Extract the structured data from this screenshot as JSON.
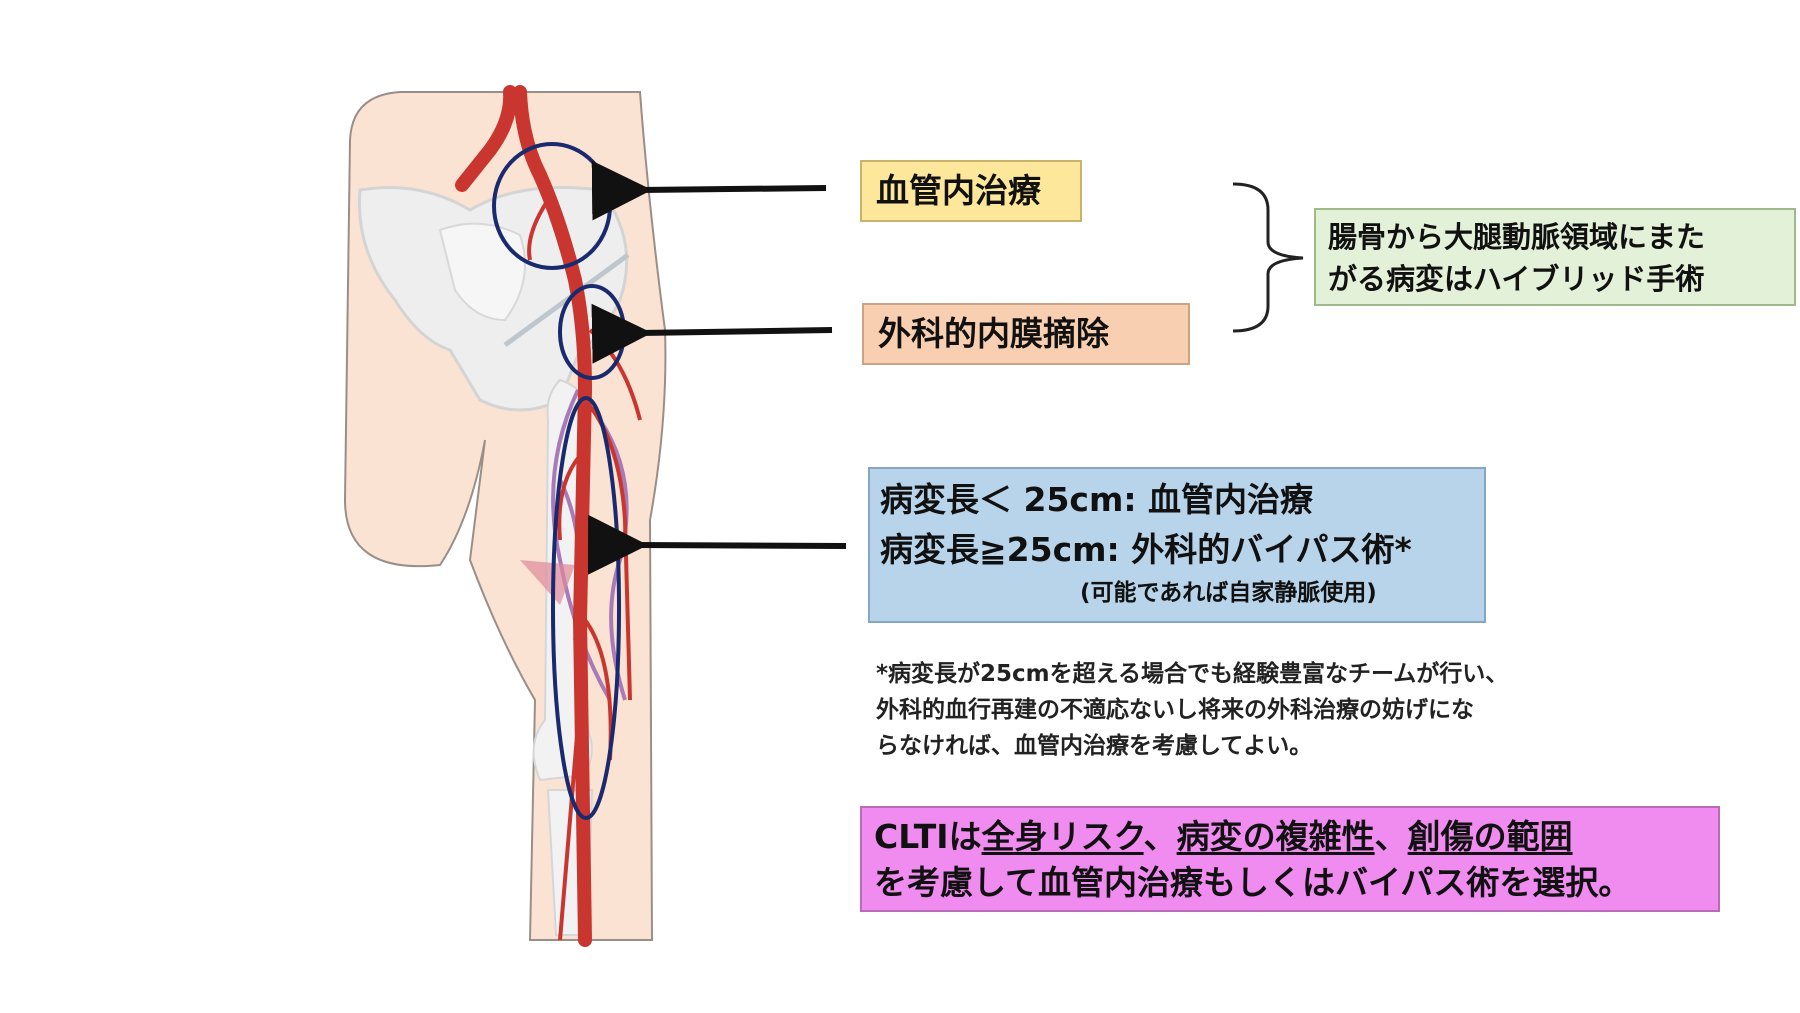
{
  "labels": {
    "endovascular": "血管内治療",
    "endarterectomy": "外科的内膜摘除",
    "hybrid_line1": "腸骨から大腿動脈領域にまた",
    "hybrid_line2": "がる病変はハイブリッド手術",
    "length_line1": "病変長＜ 25cm: 血管内治療",
    "length_line2": "病変長≧25cm: 外科的バイパス術*",
    "length_note": "(可能であれば自家静脈使用)",
    "footnote_line1": "*病変長が25cmを超える場合でも経験豊富なチームが行い、",
    "footnote_line2": "外科的血行再建の不適応ないし将来の外科治療の妨げにな",
    "footnote_line3": "らなければ、血管内治療を考慮してよい。",
    "clti_part1": "CLTIは",
    "clti_part2": "全身リスク",
    "clti_part3": "、",
    "clti_part4": "病変の複雑性",
    "clti_part5": "、",
    "clti_part6": "創傷の範囲",
    "clti_line2": "を考慮して血管内治療もしくはバイパス術を選択。"
  },
  "colors": {
    "endovascular_box": "#fde79a",
    "endarterectomy_box": "#f8cfb0",
    "hybrid_box": "#e4f1d9",
    "length_box": "#b8d4ea",
    "clti_box": "#f08cef",
    "artery": "#c8362f",
    "region_circle": "#1a2a6e",
    "skin": "#fbe3d3"
  }
}
